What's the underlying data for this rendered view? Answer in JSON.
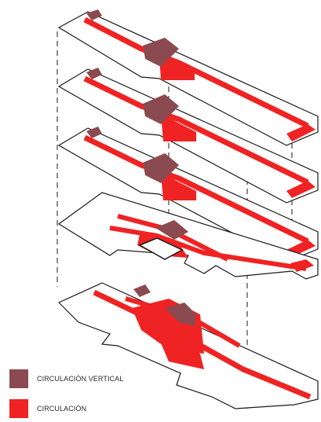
{
  "diagram": {
    "levels": 5,
    "colors": {
      "outline": "#1a1a1a",
      "circulation": "#ef2323",
      "vertical_circulation": "#8a4a4f"
    }
  },
  "legend": {
    "items": [
      {
        "label": "CIRCULACIÓN VERTICAL",
        "color": "#8a4a4f"
      },
      {
        "label": "CIRCULACIÓN",
        "color": "#ef2323"
      }
    ]
  }
}
